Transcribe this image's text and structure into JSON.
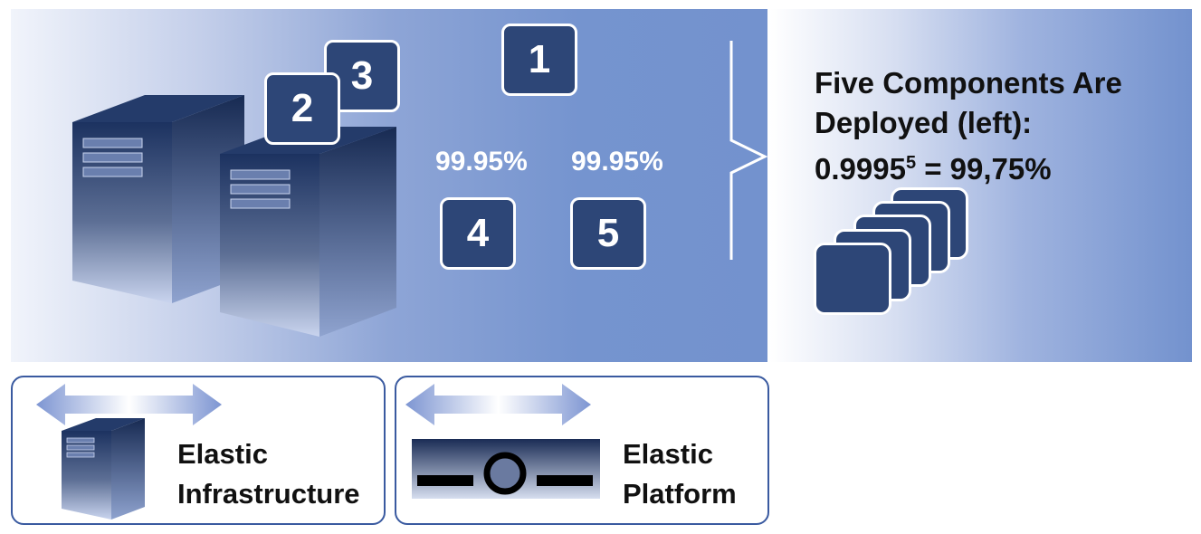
{
  "components": [
    "1",
    "2",
    "3",
    "4",
    "5"
  ],
  "availability": [
    "99.95%",
    "99.95%"
  ],
  "summary": {
    "line1": "Five Components Are",
    "line2": "Deployed (left):",
    "formula_base": "0.9995",
    "formula_exp": "5",
    "formula_result": " = 99,75%"
  },
  "elastic_infrastructure": {
    "line1": "Elastic",
    "line2": "Infrastructure"
  },
  "elastic_platform": {
    "line1": "Elastic",
    "line2": "Platform"
  },
  "colors": {
    "component": "#2d4677",
    "panel_accent": "#7392ce",
    "border": "#3a5aa0"
  },
  "icons": [
    "server-icon",
    "double-arrow-icon",
    "platform-icon",
    "stacked-components-icon",
    "brace-icon"
  ]
}
